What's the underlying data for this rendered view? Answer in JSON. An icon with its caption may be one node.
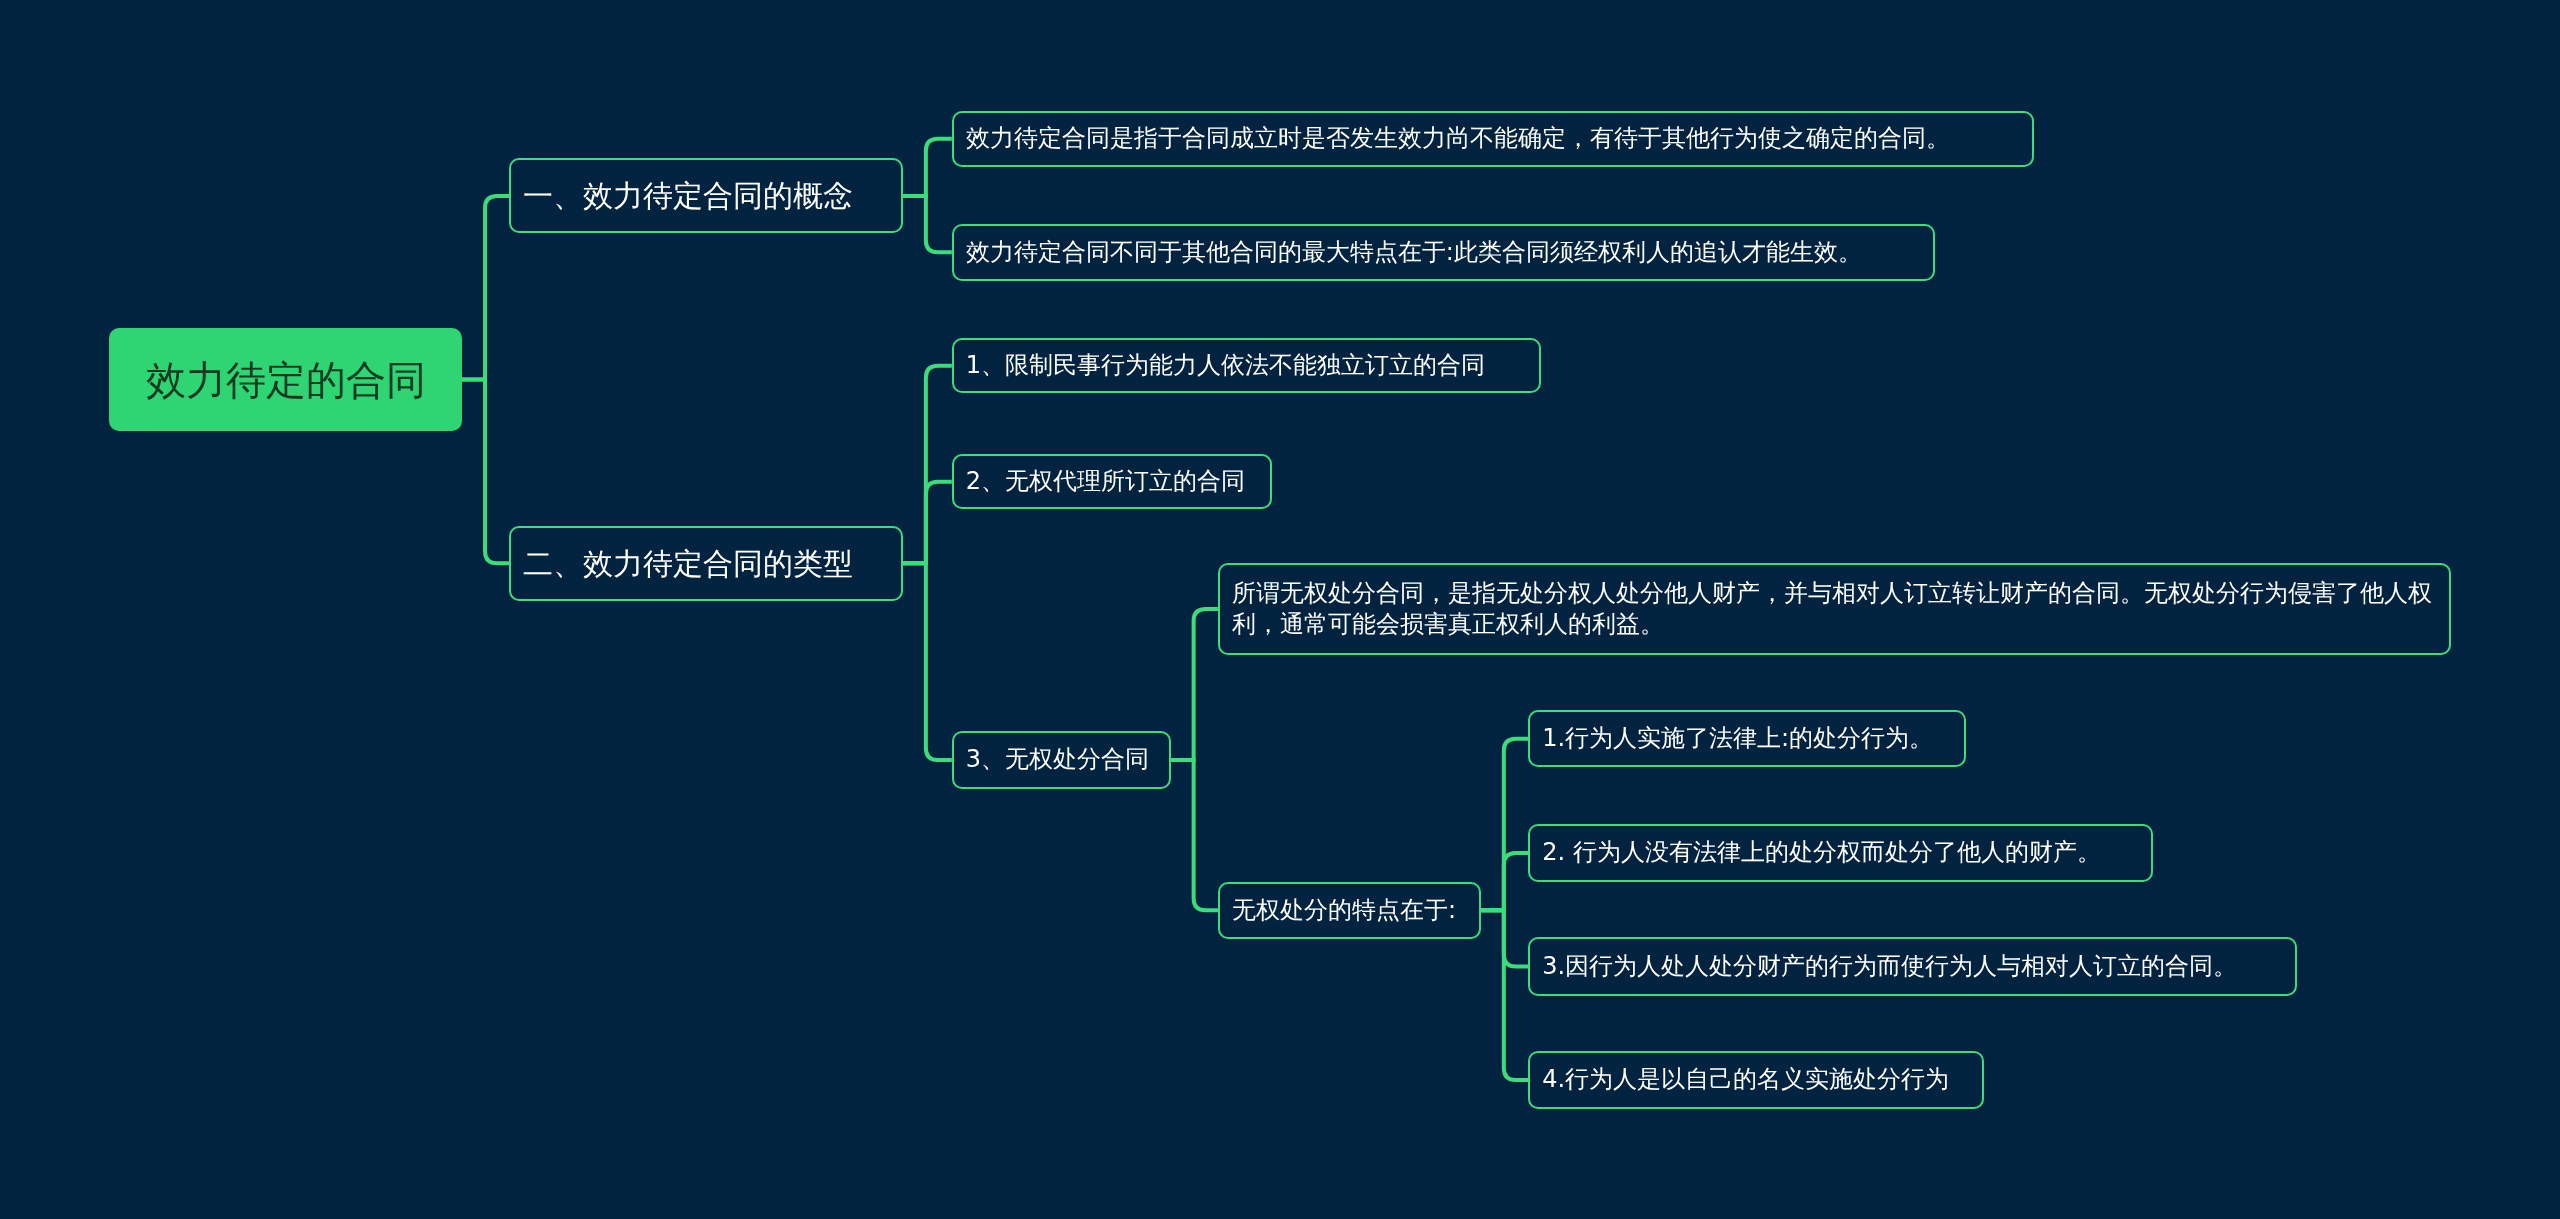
{
  "diagram": {
    "nodes": [
      {
        "text": [
          "效力待定的合同"
        ]
      },
      {
        "text": [
          "一、效力待定合同的概念"
        ]
      },
      {
        "text": [
          "效力待定合同是指于合同成立时是否发生效力尚不能确定，有待于其他行为使之确定的合同。"
        ]
      },
      {
        "text": [
          "效力待定合同不同于其他合同的最大特点在于:此类合同须经权利人的追认才能生效。"
        ]
      },
      {
        "text": [
          "二、效力待定合同的类型"
        ]
      },
      {
        "text": [
          "1、限制民事行为能力人依法不能独立订立的合同"
        ]
      },
      {
        "text": [
          "2、无权代理所订立的合同"
        ]
      },
      {
        "text": [
          "3、无权处分合同"
        ]
      },
      {
        "text": [
          "所谓无权处分合同，是指无处分权人处分他人财产，并与相对人订立转让财产的合同。无权处分行为侵害了他人权利，通常可能会损害真正权利人的利益。"
        ]
      },
      {
        "text": [
          "无权处分的特点在于:"
        ]
      },
      {
        "text": [
          "1.行为人实施了法律上:的处分行为。"
        ]
      },
      {
        "text": [
          "2. 行为人没有法律上的处分权而处分了他人的财产。"
        ]
      },
      {
        "text": [
          "3.因行为人处人处分财产的行为而使行为人与相对人订立的合同。"
        ]
      },
      {
        "text": [
          "4.行为人是以自己的名义实施处分行为"
        ]
      }
    ],
    "edges": [
      {
        "from": 0,
        "to": 1,
        "arrow": "none"
      },
      {
        "from": 0,
        "to": 4,
        "arrow": "none"
      },
      {
        "from": 1,
        "to": 2,
        "arrow": "none"
      },
      {
        "from": 1,
        "to": 3,
        "arrow": "none"
      },
      {
        "from": 4,
        "to": 5,
        "arrow": "none"
      },
      {
        "from": 4,
        "to": 6,
        "arrow": "none"
      },
      {
        "from": 4,
        "to": 7,
        "arrow": "none"
      },
      {
        "from": 7,
        "to": 8,
        "arrow": "none"
      },
      {
        "from": 7,
        "to": 9,
        "arrow": "none"
      },
      {
        "from": 9,
        "to": 10,
        "arrow": "none"
      },
      {
        "from": 9,
        "to": 11,
        "arrow": "none"
      },
      {
        "from": 9,
        "to": 12,
        "arrow": "none"
      },
      {
        "from": 9,
        "to": 13,
        "arrow": "none"
      }
    ]
  }
}
